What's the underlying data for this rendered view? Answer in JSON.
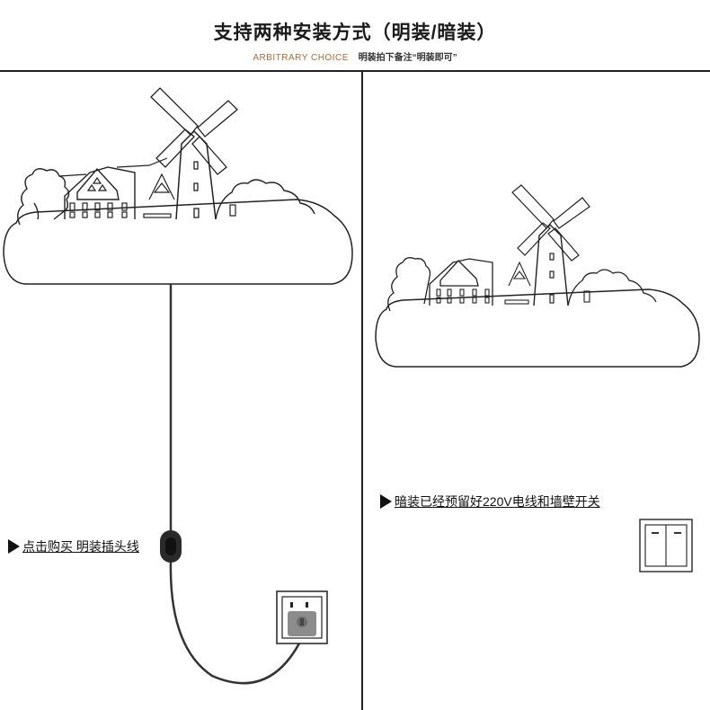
{
  "header": {
    "title": "支持两种安装方式（明装/暗装）",
    "subtitle_en": "ARBITRARY CHOICE",
    "subtitle_cn": "明装拍下备注“明装即可”"
  },
  "left_panel": {
    "label": "点击购买 明装插头线"
  },
  "right_panel": {
    "label": "暗装已经预留好220V电线和墙壁开关"
  },
  "colors": {
    "accent": "#b5692c",
    "line": "#222222",
    "socket_gray": "#8c8c8c",
    "switch_dark": "#333333"
  }
}
